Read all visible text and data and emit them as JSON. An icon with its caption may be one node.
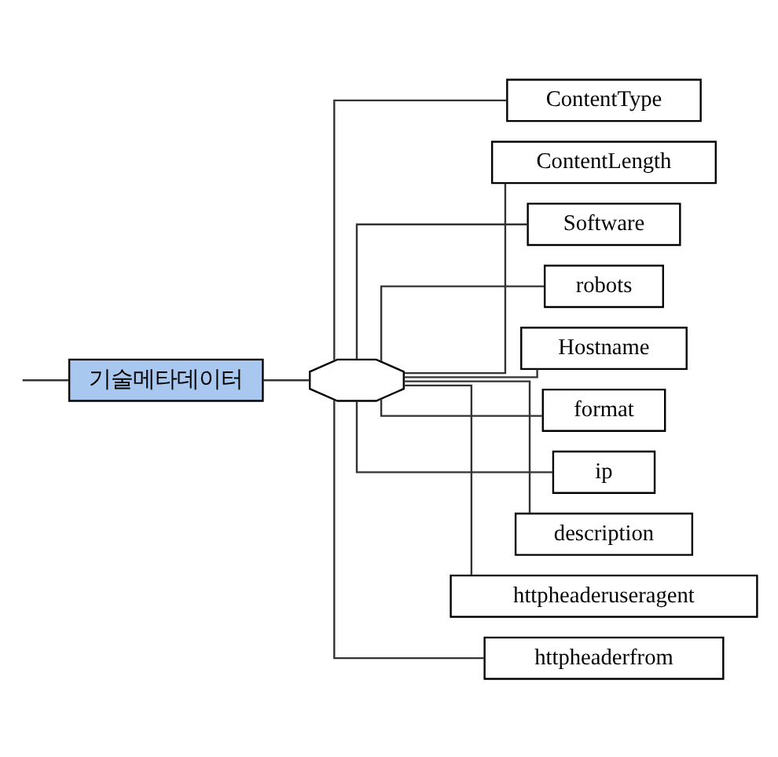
{
  "diagram": {
    "nodes": [
      {
        "text": [
          "기술메타데이터"
        ]
      },
      {
        "text": [],
        "shape": "octagon"
      },
      {
        "text": [
          "ContentType"
        ]
      },
      {
        "text": [
          "ContentLength"
        ]
      },
      {
        "text": [
          "Software"
        ]
      },
      {
        "text": [
          "robots"
        ]
      },
      {
        "text": [
          "Hostname"
        ]
      },
      {
        "text": [
          "format"
        ]
      },
      {
        "text": [
          "ip"
        ]
      },
      {
        "text": [
          "description"
        ]
      },
      {
        "text": [
          "httpheaderuseragent"
        ]
      },
      {
        "text": [
          "httpheaderfrom"
        ]
      }
    ],
    "edges": [
      {
        "from": null,
        "to": 0,
        "arrow": "none"
      },
      {
        "from": 0,
        "to": 1,
        "arrow": "none"
      },
      {
        "from": 1,
        "to": 2,
        "arrow": "none"
      },
      {
        "from": 1,
        "to": 3,
        "arrow": "none"
      },
      {
        "from": 1,
        "to": 4,
        "arrow": "none"
      },
      {
        "from": 1,
        "to": 5,
        "arrow": "none"
      },
      {
        "from": 1,
        "to": 6,
        "arrow": "none"
      },
      {
        "from": 1,
        "to": 7,
        "arrow": "none"
      },
      {
        "from": 1,
        "to": 8,
        "arrow": "none"
      },
      {
        "from": 1,
        "to": 9,
        "arrow": "none"
      },
      {
        "from": 1,
        "to": 10,
        "arrow": "none"
      },
      {
        "from": 1,
        "to": 11,
        "arrow": "none"
      }
    ]
  }
}
